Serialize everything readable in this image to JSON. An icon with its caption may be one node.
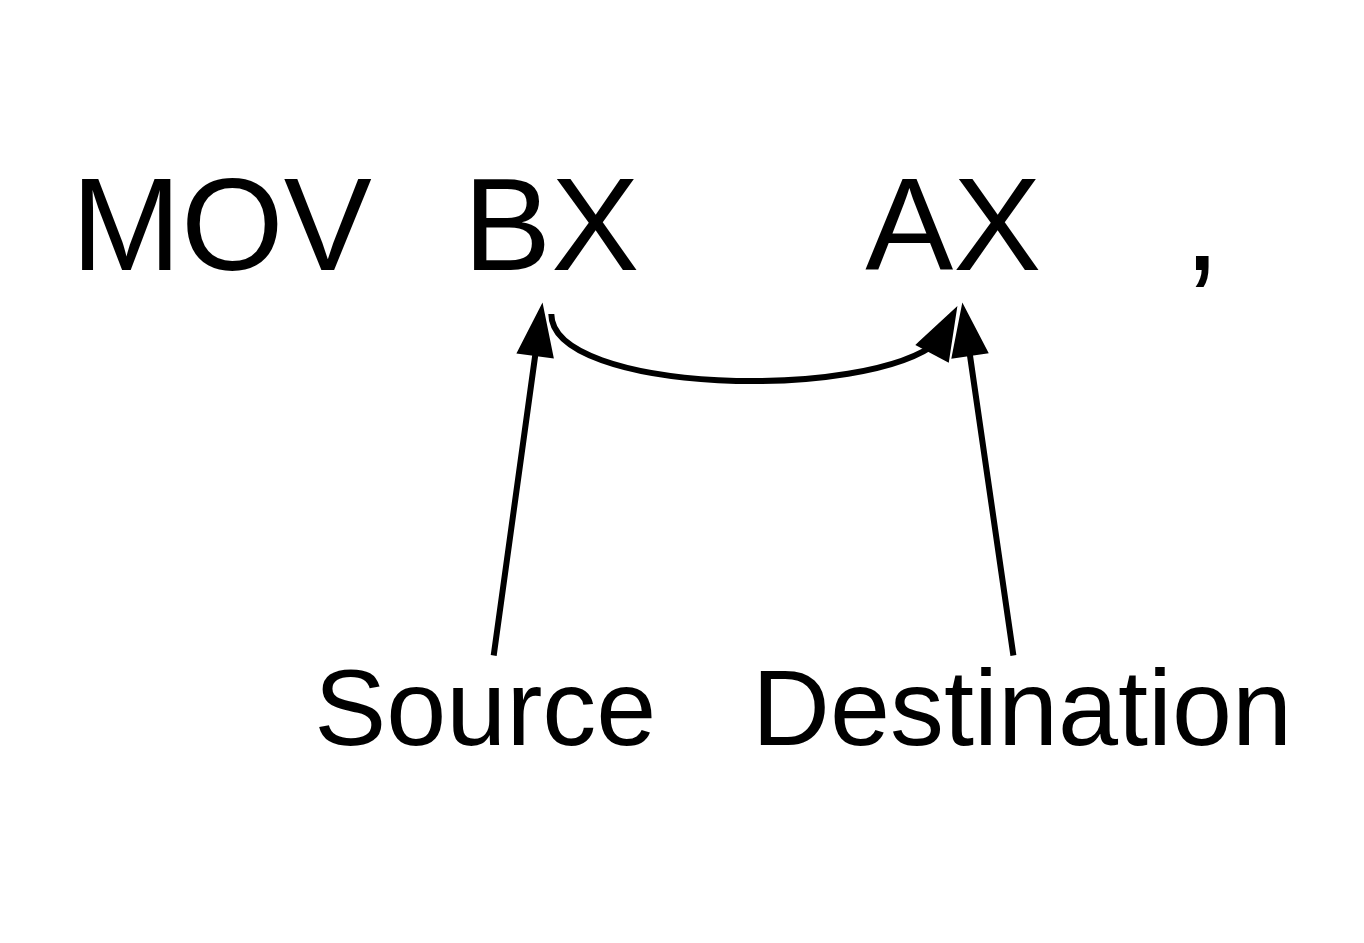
{
  "diagram": {
    "nodes": [
      {
        "text": [
          "AX"
        ]
      },
      {
        "text": [
          "BX"
        ]
      },
      {
        "text": [
          "Destination"
        ]
      },
      {
        "text": [
          "Source"
        ]
      }
    ],
    "edges": [
      {
        "from": 1,
        "to": 0,
        "arrow": "to"
      },
      {
        "from": 2,
        "to": 0,
        "arrow": "to"
      },
      {
        "from": 3,
        "to": 1,
        "arrow": "to"
      }
    ],
    "labels": [
      "MOV",
      ","
    ]
  }
}
